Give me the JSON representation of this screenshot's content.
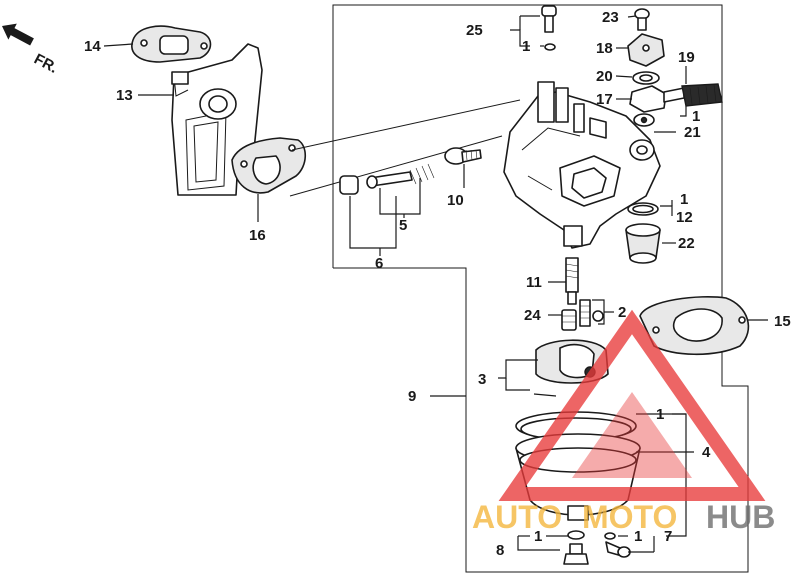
{
  "direction_label": "FR.",
  "parts": {
    "p1": "1",
    "p2": "2",
    "p3": "3",
    "p4": "4",
    "p5": "5",
    "p6": "6",
    "p7": "7",
    "p8": "8",
    "p9": "9",
    "p10": "10",
    "p11": "11",
    "p12": "12",
    "p13": "13",
    "p14": "14",
    "p15": "15",
    "p16": "16",
    "p17": "17",
    "p18": "18",
    "p19": "19",
    "p20": "20",
    "p21": "21",
    "p22": "22",
    "p23": "23",
    "p24": "24",
    "p25": "25"
  },
  "watermark": {
    "part1": "AUTO",
    "part2": "MOTO",
    "part3": "HUB",
    "color_primary": "#e83a3a",
    "color_secondary": "#f4b63a",
    "color_tertiary": "#6b6b6b"
  }
}
